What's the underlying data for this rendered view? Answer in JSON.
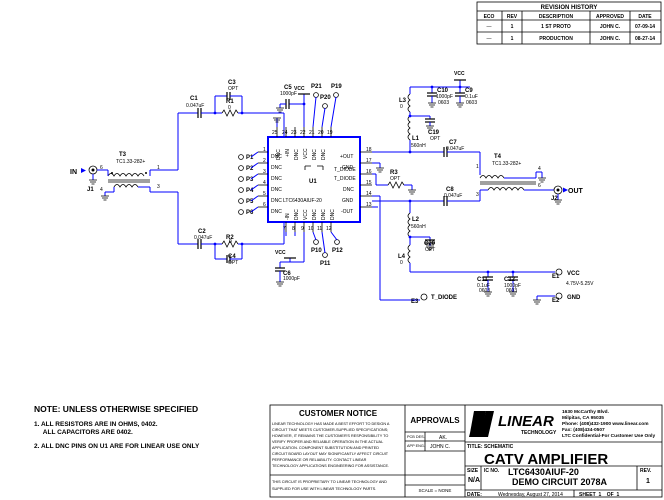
{
  "revision_history": {
    "title": "REVISION HISTORY",
    "headers": [
      "ECO",
      "REV",
      "DESCRIPTION",
      "APPROVED",
      "DATE"
    ],
    "rows": [
      [
        "—",
        "1",
        "1 ST PROTO",
        "JOHN C.",
        "07-09-14"
      ],
      [
        "—",
        "1",
        "PRODUCTION",
        "JOHN C.",
        "08-27-14"
      ]
    ]
  },
  "components": {
    "C1": {
      "ref": "C1",
      "value": "0.047uF"
    },
    "C2": {
      "ref": "C2",
      "value": "0.047uF"
    },
    "C3": {
      "ref": "C3",
      "value": "OPT"
    },
    "C4": {
      "ref": "C4",
      "value": "OPT"
    },
    "C5": {
      "ref": "C5",
      "value": "1000pF"
    },
    "C6": {
      "ref": "C6",
      "value": "1000pF"
    },
    "C7": {
      "ref": "C7",
      "value": "0.047uF"
    },
    "C8": {
      "ref": "C8",
      "value": "0.047uF"
    },
    "C9": {
      "ref": "C9",
      "value": "0.1uF",
      "pkg": "0603"
    },
    "C10": {
      "ref": "C10",
      "value": "1000pF",
      "pkg": "0603"
    },
    "C11": {
      "ref": "C11",
      "value": "0.1uF",
      "pkg": "0603"
    },
    "C12": {
      "ref": "C12",
      "value": "1000pF",
      "pkg": "0603"
    },
    "C19": {
      "ref": "C19",
      "value": "OPT"
    },
    "C20": {
      "ref": "C20",
      "value": "OPT"
    },
    "R1": {
      "ref": "R1",
      "value": "0"
    },
    "R2": {
      "ref": "R2",
      "value": "0"
    },
    "R3": {
      "ref": "R3",
      "value": "OPT"
    },
    "L1": {
      "ref": "L1",
      "value": "560nH"
    },
    "L2": {
      "ref": "L2",
      "value": "560nH"
    },
    "L3": {
      "ref": "L3",
      "value": "0"
    },
    "L4": {
      "ref": "L4",
      "value": "0"
    },
    "T3": {
      "ref": "T3",
      "value": "TC1.33-282+"
    },
    "T4": {
      "ref": "T4",
      "value": "TC1.33-282+"
    },
    "U1": {
      "ref": "U1",
      "value": "LTC6430AIUF-20"
    },
    "J1": {
      "ref": "J1",
      "net": "IN"
    },
    "J2": {
      "ref": "J2",
      "net": "OUT"
    },
    "E1": {
      "ref": "E1",
      "net": "VCC",
      "range": "4.75V-5.25V"
    },
    "E2": {
      "ref": "E2",
      "net": "GND"
    },
    "E3": {
      "ref": "E3",
      "net": "T_DIODE"
    }
  },
  "test_points": {
    "left": [
      "P1",
      "P2",
      "P3",
      "P4",
      "P5",
      "P6"
    ],
    "top": [
      "P21",
      "P20",
      "P19"
    ],
    "bottom": [
      "P10",
      "P11",
      "P12"
    ]
  },
  "ic_pins": {
    "left_nums": [
      "1",
      "2",
      "3",
      "4",
      "5",
      "6"
    ],
    "left_names": [
      "DNC",
      "DNC",
      "DNC",
      "DNC",
      "DNC",
      "DNC"
    ],
    "right_nums": [
      "18",
      "17",
      "16",
      "15",
      "14",
      "13"
    ],
    "right_names": [
      "+OUT",
      "GND",
      "T_DIODE",
      "DNC",
      "GND",
      "-OUT"
    ],
    "top_nums": [
      "24",
      "23",
      "22",
      "21",
      "20",
      "19"
    ],
    "top_names": [
      "DNC",
      "+IN",
      "DNC",
      "VCC",
      "DNC",
      "DNC"
    ],
    "bottom_nums": [
      "7",
      "8",
      "9",
      "10",
      "11",
      "12"
    ],
    "bottom_names": [
      "-IN",
      "DNC",
      "VCC",
      "DNC",
      "DNC",
      "DNC"
    ],
    "top_extra": [
      "25"
    ]
  },
  "nets": {
    "vcc": "VCC",
    "in": "IN",
    "out": "OUT",
    "t_diode": "T_DIODE",
    "pin_1": "1",
    "pin_2": "2",
    "pin_3": "3",
    "pin_4": "4",
    "pin_5": "5",
    "pin_6": "6"
  },
  "notes": {
    "title": "NOTE: UNLESS OTHERWISE SPECIFIED",
    "items": [
      "1.  ALL RESISTORS ARE IN OHMS, 0402.",
      "     ALL CAPACITORS ARE 0402.",
      "2.  ALL DNC PINS ON U1 ARE FOR LINEAR USE ONLY"
    ]
  },
  "customer_notice": {
    "title": "CUSTOMER NOTICE",
    "body": [
      "LINEAR TECHNOLOGY HAS MADE A BEST EFFORT TO DESIGN A",
      "CIRCUIT THAT MEETS CUSTOMER-SUPPLIED SPECIFICATIONS;",
      "HOWEVER, IT REMAINS THE CUSTOMER'S RESPONSIBILITY TO",
      "VERIFY PROPER AND RELIABLE OPERATION IN THE ACTUAL",
      "APPLICATION. COMPONENT SUBSTITUTION AND PRINTED",
      "CIRCUIT BOARD LAYOUT MAY SIGNIFICANTLY AFFECT CIRCUIT",
      "PERFORMANCE OR RELIABILITY. CONTACT LINEAR",
      "TECHNOLOGY APPLICATIONS ENGINEERING FOR ASSISTANCE."
    ],
    "proprietary": [
      "THIS CIRCUIT IS PROPRIETARY TO LINEAR TECHNOLOGY AND",
      "SUPPLIED FOR USE WITH LINEAR TECHNOLOGY PARTS."
    ],
    "scale": "SCALE = NONE"
  },
  "approvals": {
    "title": "APPROVALS",
    "rows": [
      [
        "PCB DES.",
        "AK."
      ],
      [
        "APP ENG.",
        "JOHN C."
      ]
    ]
  },
  "company": {
    "logo": "LINEAR",
    "logo_sub": "TECHNOLOGY",
    "address": [
      "1630 McCarthy Blvd.",
      "Milpitas, CA 95035",
      "Phone: (408)432-1900  www.linear.com",
      "Fax: (408)434-0507",
      "LTC Confidential-For Customer Use Only"
    ]
  },
  "title_block": {
    "title_label": "TITLE: SCHEMATIC",
    "title": "CATV AMPLIFIER",
    "size_label": "SIZE",
    "size": "N/A",
    "ic_no_label": "IC NO.",
    "ic_no": "LTC6430AIUF-20",
    "demo": "DEMO CIRCUIT 2078A",
    "rev_label": "REV.",
    "rev": "1",
    "date_label": "DATE:",
    "date": "Wednesday, August 27, 2014",
    "sheet": "SHEET  1    OF  1"
  }
}
